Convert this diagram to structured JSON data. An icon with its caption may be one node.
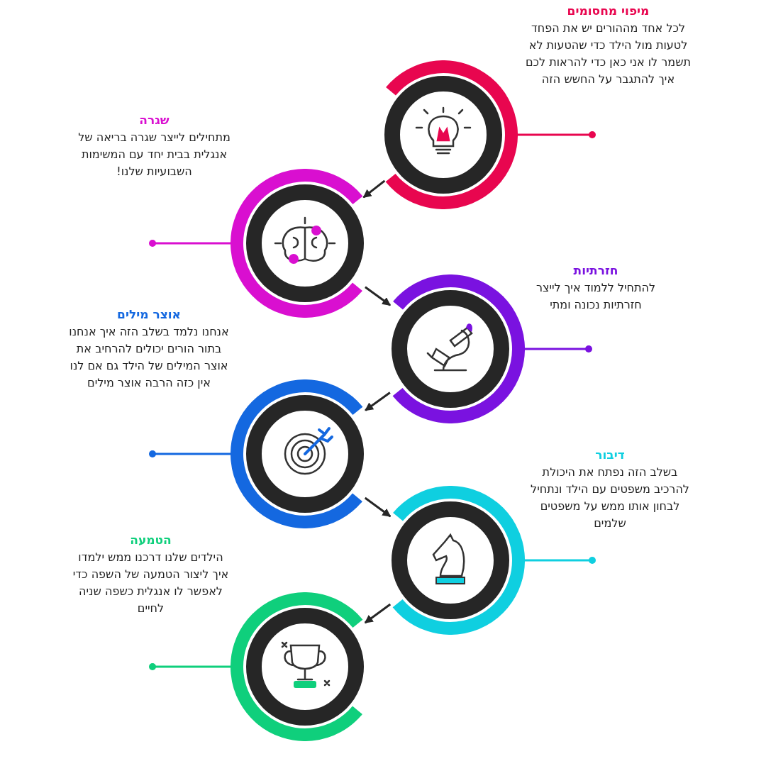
{
  "diagram": {
    "nodes": [
      {
        "text": [
          "מיפוי מחסומים",
          "לכל אחד מההורים יש את הפחד לטעות מול הילד כדי שהטעות לא תשמר לו אני כאן כדי להראות לכם איך להתגבר על החשש הזה"
        ]
      },
      {
        "text": [],
        "shape": "circle"
      },
      {
        "text": [
          "שגרה",
          "מתחילים לייצר שגרה בריאה  של אנגלית בבית יחד עם המשימות השבועיות שלנו!"
        ]
      },
      {
        "text": [],
        "shape": "circle"
      },
      {
        "text": [
          "חזרתיות",
          "להתחיל ללמוד איך לייצר חזרתיות נכונה ומתי"
        ]
      },
      {
        "text": [],
        "shape": "circle"
      },
      {
        "text": [
          "אוצר מילים",
          "אנחנו נלמד בשלב הזה איך אנחנו בתור הורים יכולים להרחיב את אוצר המילים של הילד גם אם לנו אין כזה הרבה אוצר מילים"
        ]
      },
      {
        "text": [],
        "shape": "circle"
      },
      {
        "text": [
          "דיבור",
          "בשלב הזה נפתח את היכולת להרכיב משפטים עם הילד ונתחיל לבחון אותו ממש על משפטים שלמים"
        ]
      },
      {
        "text": [],
        "shape": "circle"
      },
      {
        "text": [
          "הטמעה",
          "הילדים שלנו דרכנו ממש ילמדו איך ליצור הטמעה של השפה כדי לאפשר לו אנגלית כשפה שניה לחיים"
        ]
      },
      {
        "text": [],
        "shape": "circle"
      }
    ],
    "edges": [
      {
        "from": 0,
        "to": 1,
        "arrow": "other",
        "color": "#e8064f"
      },
      {
        "from": 1,
        "to": 3,
        "arrow": "to"
      },
      {
        "from": 2,
        "to": 3,
        "arrow": "other",
        "color": "#d90fd0"
      },
      {
        "from": 3,
        "to": 5,
        "arrow": "to"
      },
      {
        "from": 4,
        "to": 5,
        "arrow": "other",
        "color": "#7a12e0"
      },
      {
        "from": 5,
        "to": 7,
        "arrow": "to"
      },
      {
        "from": 6,
        "to": 7,
        "arrow": "other",
        "color": "#1468e0"
      },
      {
        "from": 7,
        "to": 9,
        "arrow": "to"
      },
      {
        "from": 8,
        "to": 9,
        "arrow": "other",
        "color": "#0fcfe0"
      },
      {
        "from": 9,
        "to": 11,
        "arrow": "to"
      },
      {
        "from": 10,
        "to": 11,
        "arrow": "other",
        "color": "#0fcf7c"
      }
    ]
  }
}
